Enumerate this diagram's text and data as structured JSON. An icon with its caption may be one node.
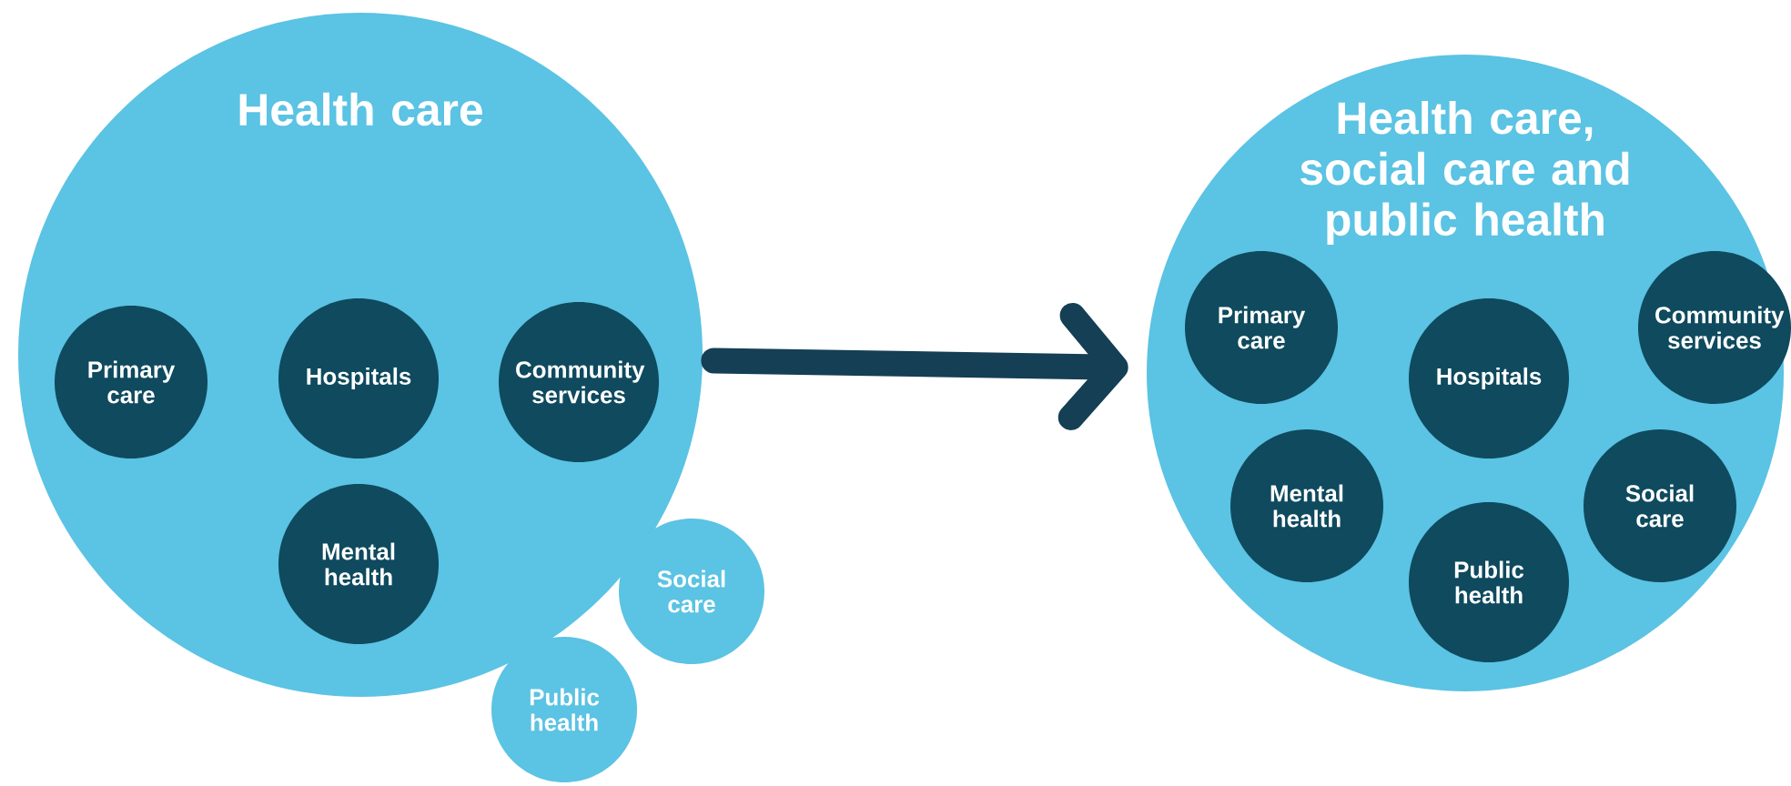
{
  "diagram": {
    "nodes": [
      {
        "text": [
          "Health care"
        ]
      },
      {
        "text": [
          "Primary care"
        ],
        "in": 0
      },
      {
        "text": [
          "Hospitals"
        ],
        "in": 0
      },
      {
        "text": [
          "Community services"
        ],
        "in": 0
      },
      {
        "text": [
          "Mental health"
        ],
        "in": 0
      },
      {
        "text": [
          "Social care"
        ]
      },
      {
        "text": [
          "Public health"
        ]
      },
      {
        "text": [
          "Health care, social care and public health"
        ]
      },
      {
        "text": [
          "Primary care"
        ],
        "in": 7
      },
      {
        "text": [
          "Hospitals"
        ],
        "in": 7
      },
      {
        "text": [
          "Community services"
        ],
        "in": 7
      },
      {
        "text": [
          "Mental health"
        ],
        "in": 7
      },
      {
        "text": [
          "Social care"
        ],
        "in": 7
      },
      {
        "text": [
          "Public health"
        ],
        "in": 7
      }
    ],
    "edges": [
      {
        "from": 0,
        "to": 7,
        "arrow": "to"
      }
    ]
  }
}
